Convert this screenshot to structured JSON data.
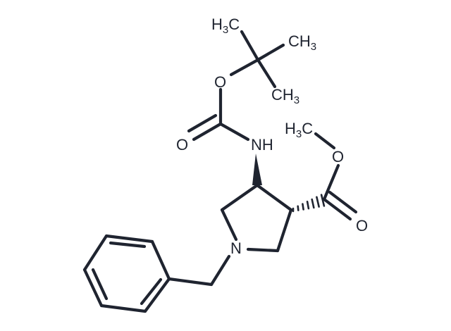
{
  "molecule": {
    "atom_labels": {
      "ch3_top": {
        "main": "H",
        "sub": "3",
        "tail": "C"
      },
      "ch3_right": {
        "main": "CH",
        "sub": "3"
      },
      "ch3_lower": {
        "main": "CH",
        "sub": "3"
      },
      "ester_ch3": {
        "main": "H",
        "sub": "3",
        "tail": "C"
      },
      "o_boc": "O",
      "o_carbonyl_boc": "O",
      "nh": "NH",
      "o_ester": "O",
      "o_carbonyl_ester": "O",
      "n_ring": "N"
    },
    "colors": {
      "ink": "#1f2430",
      "background": "#ffffff"
    }
  }
}
